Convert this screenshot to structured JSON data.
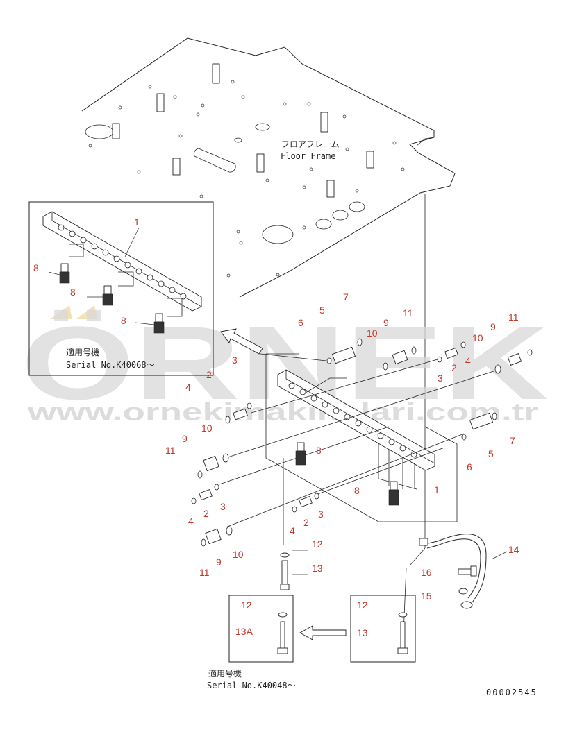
{
  "watermark": {
    "brand": "ÖRNEK",
    "url": "www.ornekimakinalari.com.tr",
    "color": "#d9d9d9",
    "accent": "#f0d8a0"
  },
  "floor_frame": {
    "label_jp": "フロアフレーム",
    "label_en": "Floor Frame"
  },
  "inset_top": {
    "serial_jp": "適用号機",
    "serial_en": "Serial No.K40068～"
  },
  "inset_bottom": {
    "serial_jp": "適用号機",
    "serial_en": "Serial No.K40048～"
  },
  "drawing_number": "00002545",
  "callout_color": "#c0392b",
  "callouts": {
    "p1": "1",
    "p2": "2",
    "p3": "3",
    "p4": "4",
    "p5": "5",
    "p6": "6",
    "p7": "7",
    "p8": "8",
    "p9": "9",
    "p10": "10",
    "p11": "11",
    "p12": "12",
    "p13": "13",
    "p13a": "13A",
    "p14": "14",
    "p15": "15",
    "p16": "16"
  }
}
